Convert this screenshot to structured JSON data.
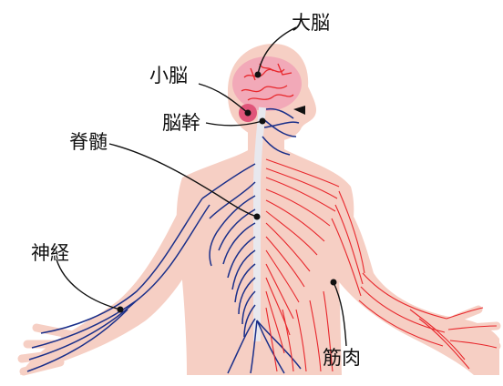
{
  "labels": {
    "cerebrum": "大脳",
    "cerebellum": "小脳",
    "brainstem": "脳幹",
    "spinal_cord": "脊髄",
    "nerve": "神経",
    "muscle": "筋肉"
  },
  "colors": {
    "skin": "#f6cfc4",
    "brain": "#f2a9b8",
    "cerebellum": "#e0557a",
    "nerve": "#1a2f8a",
    "muscle": "#e8272c",
    "spinal": "#e8e8ee",
    "leader": "#111111"
  }
}
